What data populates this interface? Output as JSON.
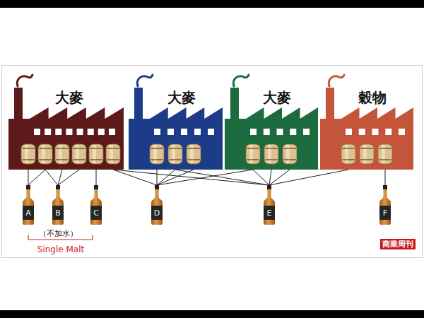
{
  "diagram": {
    "nodes": [
      {
        "text": [
          "大麥"
        ]
      },
      {
        "text": [
          "大麥"
        ]
      },
      {
        "text": [
          "大麥"
        ]
      },
      {
        "text": [
          "穀物"
        ]
      },
      {
        "text": [
          "A"
        ]
      },
      {
        "text": [
          "B"
        ]
      },
      {
        "text": [
          "C"
        ]
      },
      {
        "text": [
          "D"
        ]
      },
      {
        "text": [
          "E"
        ]
      },
      {
        "text": [
          "F"
        ]
      }
    ],
    "edges": [
      {
        "from": 0,
        "to": 4,
        "arrow": "none"
      },
      {
        "from": 0,
        "to": 5,
        "arrow": "none"
      },
      {
        "from": 0,
        "to": 6,
        "arrow": "none"
      },
      {
        "from": 0,
        "to": 7,
        "arrow": "none"
      },
      {
        "from": 0,
        "to": 8,
        "arrow": "none"
      },
      {
        "from": 1,
        "to": 7,
        "arrow": "none"
      },
      {
        "from": 1,
        "to": 8,
        "arrow": "none"
      },
      {
        "from": 2,
        "to": 7,
        "arrow": "none"
      },
      {
        "from": 2,
        "to": 8,
        "arrow": "none"
      },
      {
        "from": 3,
        "to": 8,
        "arrow": "none"
      },
      {
        "from": 3,
        "to": 9,
        "arrow": "none"
      }
    ],
    "labels": [
      "（不加水）",
      "Single Malt",
      "商業周刊"
    ]
  }
}
